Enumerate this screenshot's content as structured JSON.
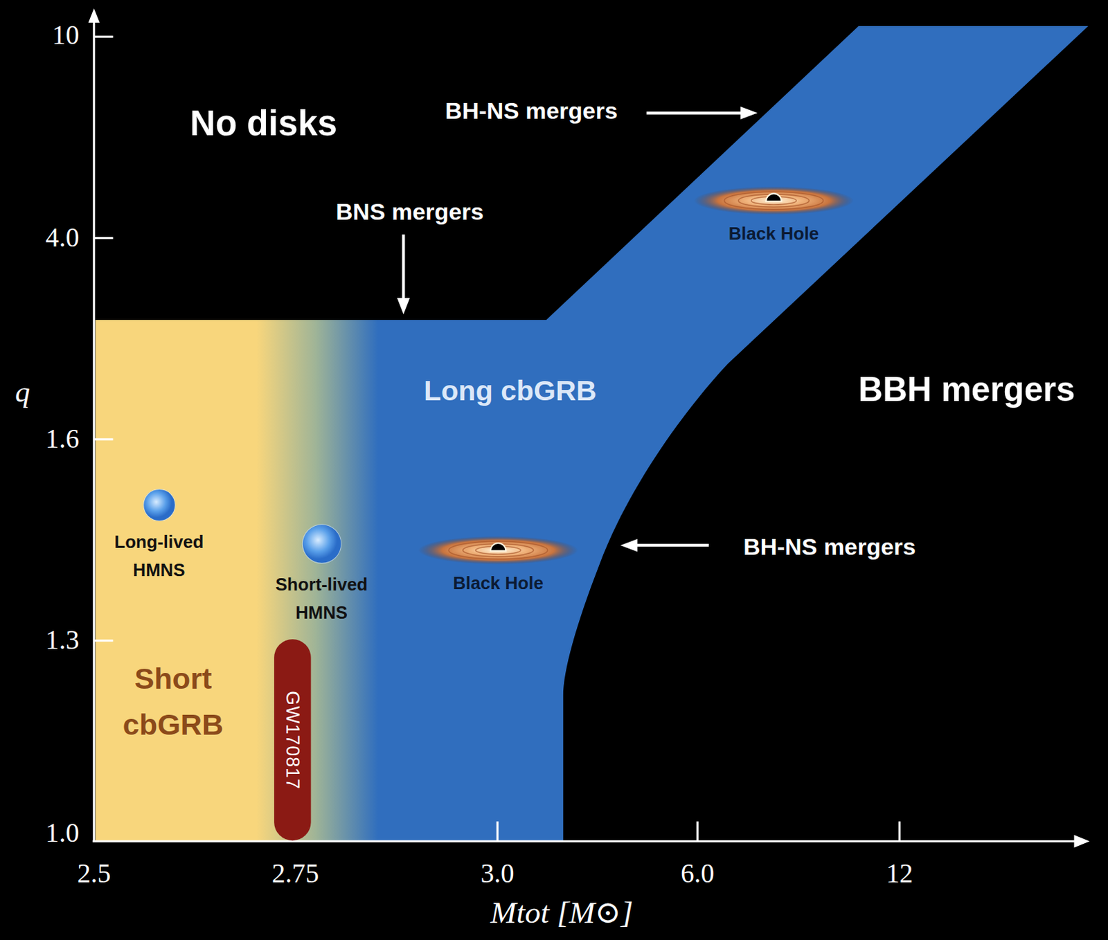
{
  "diagram": {
    "nodes": [
      {
        "text": [
          "Black Hole"
        ]
      },
      {
        "text": [
          "Long-lived HMNS"
        ]
      },
      {
        "text": [
          "Short-lived HMNS"
        ]
      },
      {
        "text": [
          "Black Hole"
        ]
      },
      {
        "text": [
          "GW170817"
        ]
      }
    ],
    "labels": [
      "No disks",
      "BH-NS mergers",
      "BNS mergers",
      "Long cbGRB",
      "BBH mergers",
      "BH-NS mergers",
      "Short cbGRB",
      "10",
      "4.0",
      "1.6",
      "1.3",
      "1.0",
      "q",
      "2.5",
      "2.75",
      "3.0",
      "6.0",
      "12",
      "Mtot [M⊙]"
    ]
  }
}
